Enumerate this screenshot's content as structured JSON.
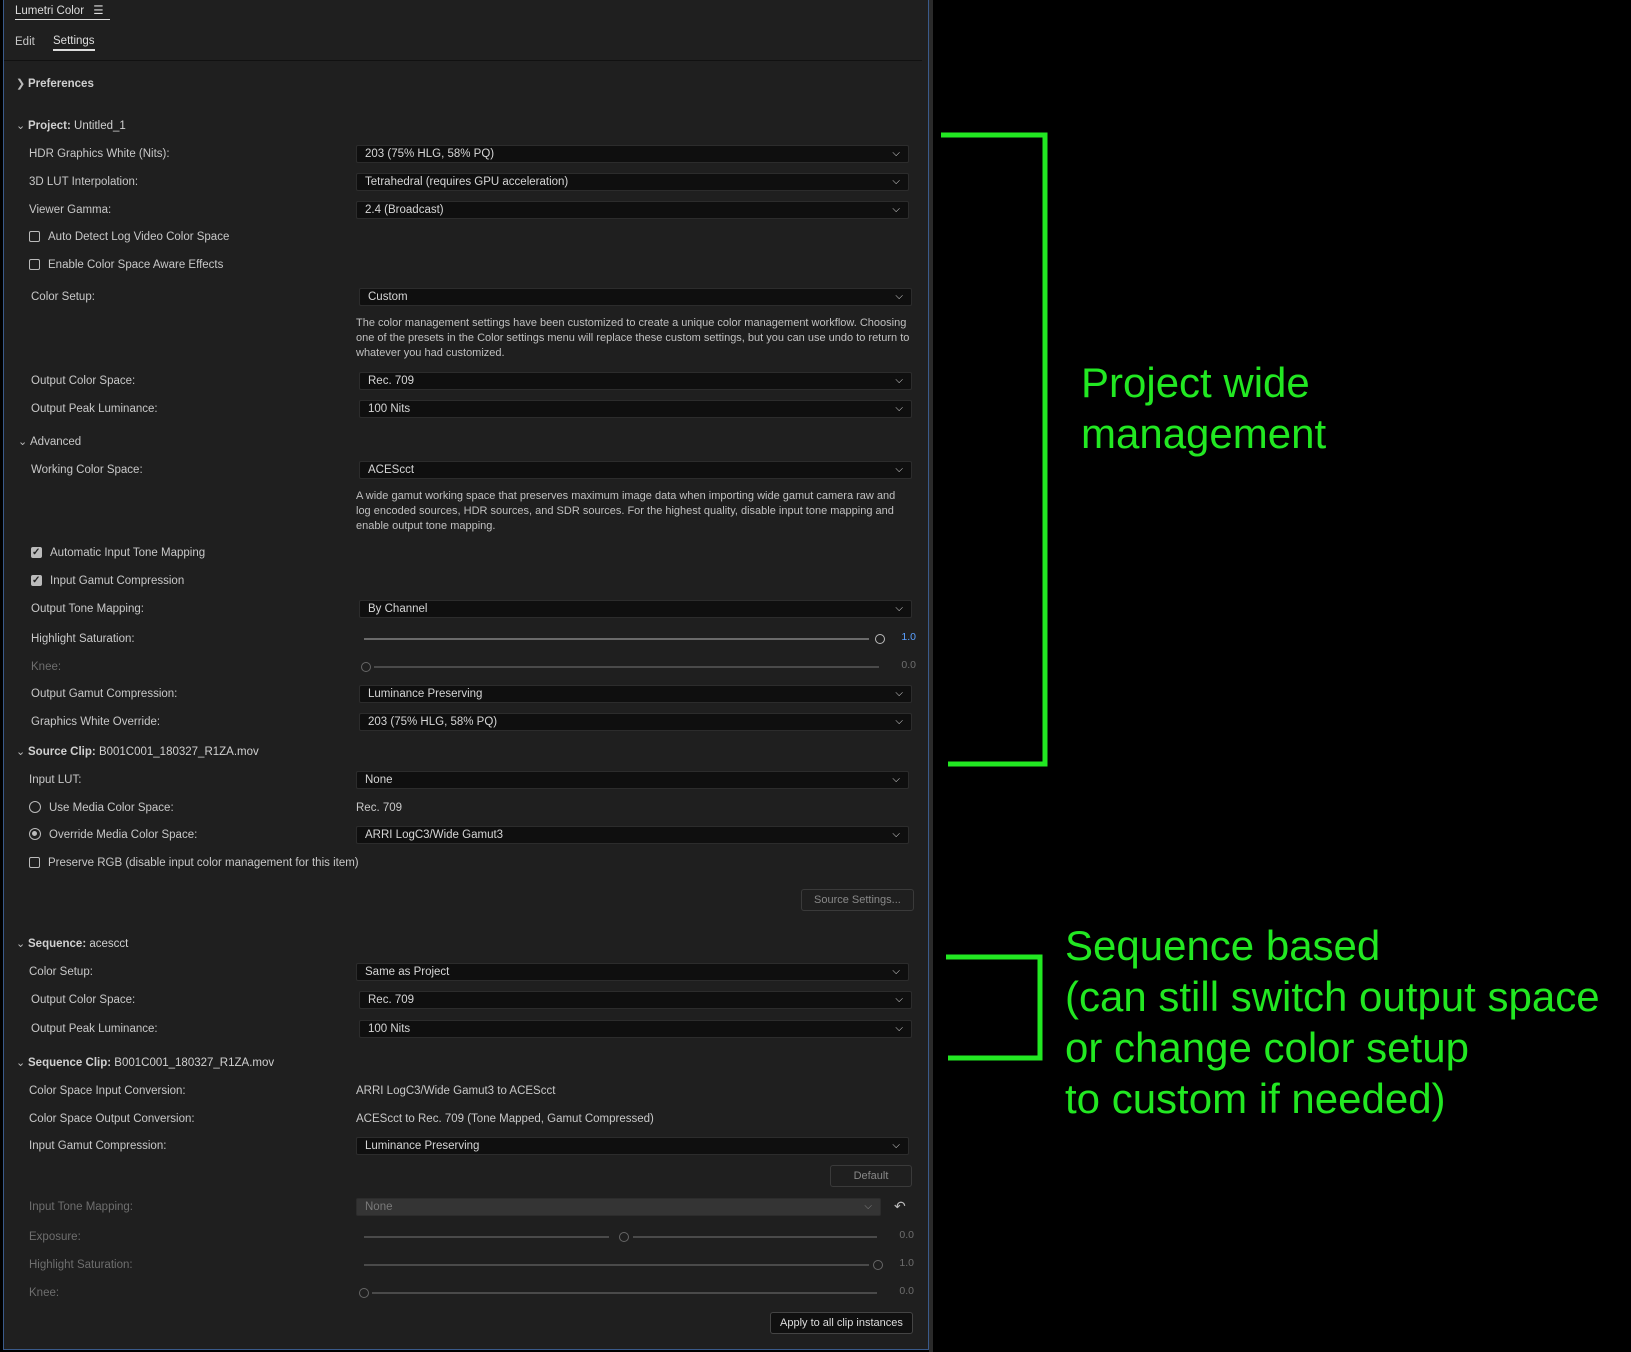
{
  "panel": {
    "title": "Lumetri Color",
    "menu_icon": "hamburger-icon",
    "tabs": [
      "Edit",
      "Settings"
    ],
    "active_tab": "Settings"
  },
  "preferences": {
    "label": "Preferences"
  },
  "project": {
    "label": "Project:",
    "name": "Untitled_1",
    "hdr_label": "HDR Graphics White (Nits):",
    "hdr_value": "203 (75% HLG, 58% PQ)",
    "lut_label": "3D LUT Interpolation:",
    "lut_value": "Tetrahedral (requires GPU acceleration)",
    "gamma_label": "Viewer Gamma:",
    "gamma_value": "2.4 (Broadcast)",
    "auto_detect": "Auto Detect Log Video Color Space",
    "auto_detect_checked": false,
    "enable_aware": "Enable Color Space Aware Effects",
    "enable_aware_checked": false,
    "color_setup_label": "Color Setup:",
    "color_setup_value": "Custom",
    "color_setup_desc": "The color management settings have been customized to create a unique color management workflow. Choosing one of the presets in the Color settings menu will replace these custom settings, but you can use undo to return to whatever you had customized.",
    "ocs_label": "Output Color Space:",
    "ocs_value": "Rec. 709",
    "opl_label": "Output Peak Luminance:",
    "opl_value": "100 Nits"
  },
  "advanced": {
    "label": "Advanced",
    "wcs_label": "Working Color Space:",
    "wcs_value": "ACEScct",
    "wcs_desc": "A wide gamut working space that preserves maximum image data when importing wide gamut camera raw and log encoded sources, HDR sources, and SDR sources. For the highest quality, disable input tone mapping and enable output tone mapping.",
    "auto_itm": "Automatic Input Tone Mapping",
    "auto_itm_checked": true,
    "igc": "Input Gamut Compression",
    "igc_checked": true,
    "otm_label": "Output Tone Mapping:",
    "otm_value": "By Channel",
    "hs_label": "Highlight Saturation:",
    "hs_value": "1.0",
    "knee_label": "Knee:",
    "knee_value": "0.0",
    "ogc_label": "Output Gamut Compression:",
    "ogc_value": "Luminance Preserving",
    "gwo_label": "Graphics White Override:",
    "gwo_value": "203 (75% HLG, 58% PQ)"
  },
  "source_clip": {
    "label": "Source Clip:",
    "name": "B001C001_180327_R1ZA.mov",
    "lut_label": "Input LUT:",
    "lut_value": "None",
    "use_media": "Use Media Color Space:",
    "use_media_value": "Rec. 709",
    "override": "Override Media Color Space:",
    "override_value": "ARRI LogC3/Wide Gamut3",
    "preserve": "Preserve RGB (disable input color management for this item)",
    "preserve_checked": false,
    "source_settings_btn": "Source Settings..."
  },
  "sequence": {
    "label": "Sequence:",
    "name": "acescct",
    "cs_label": "Color Setup:",
    "cs_value": "Same as Project",
    "ocs_label": "Output Color Space:",
    "ocs_value": "Rec. 709",
    "opl_label": "Output Peak Luminance:",
    "opl_value": "100 Nits"
  },
  "sequence_clip": {
    "label": "Sequence Clip:",
    "name": "B001C001_180327_R1ZA.mov",
    "csic_label": "Color Space Input Conversion:",
    "csic_value": "ARRI LogC3/Wide Gamut3 to ACEScct",
    "csoc_label": "Color Space Output Conversion:",
    "csoc_value": "ACEScct to Rec. 709 (Tone Mapped, Gamut Compressed)",
    "igc_label": "Input Gamut Compression:",
    "igc_value": "Luminance Preserving",
    "default_btn": "Default",
    "itm_label": "Input Tone Mapping:",
    "itm_value": "None",
    "exp_label": "Exposure:",
    "exp_value": "0.0",
    "hs_label": "Highlight Saturation:",
    "hs_value": "1.0",
    "knee_label": "Knee:",
    "knee_value": "0.0",
    "apply_btn": "Apply to all clip instances"
  },
  "annotations": {
    "project_lines": [
      "Project wide",
      "management"
    ],
    "sequence_lines": [
      "Sequence based",
      "(can still switch output space",
      "or change color setup",
      "to custom if needed)"
    ],
    "color": "#22e822"
  }
}
